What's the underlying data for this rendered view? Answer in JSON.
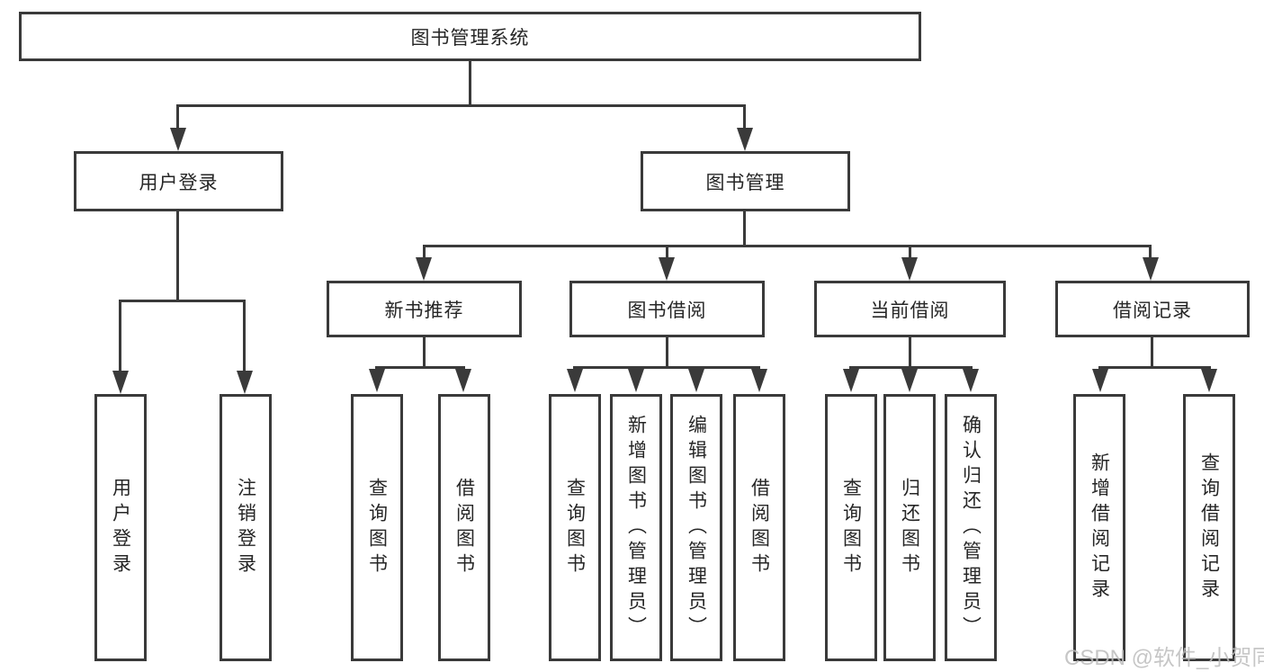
{
  "diagram": {
    "root": {
      "label": "图书管理系统",
      "children": [
        {
          "label": "用户登录",
          "children": [
            {
              "label": "用户登录"
            },
            {
              "label": "注销登录"
            }
          ]
        },
        {
          "label": "图书管理",
          "children": [
            {
              "label": "新书推荐",
              "children": [
                {
                  "label": "查询图书"
                },
                {
                  "label": "借阅图书"
                }
              ]
            },
            {
              "label": "图书借阅",
              "children": [
                {
                  "label": "查询图书"
                },
                {
                  "label": "新增图书（管理员）"
                },
                {
                  "label": "编辑图书（管理员）"
                },
                {
                  "label": "借阅图书"
                }
              ]
            },
            {
              "label": "当前借阅",
              "children": [
                {
                  "label": "查询图书"
                },
                {
                  "label": "归还图书"
                },
                {
                  "label": "确认归还（管理员）"
                }
              ]
            },
            {
              "label": "借阅记录",
              "children": [
                {
                  "label": "新增借阅记录"
                },
                {
                  "label": "查询借阅记录"
                }
              ]
            }
          ]
        }
      ]
    },
    "watermark": "CSDN @软件_小贺同学",
    "colors": {
      "line": "#3a3a3a",
      "text": "#262626",
      "watermark": "#bdbdbd",
      "background": "#ffffff"
    }
  }
}
